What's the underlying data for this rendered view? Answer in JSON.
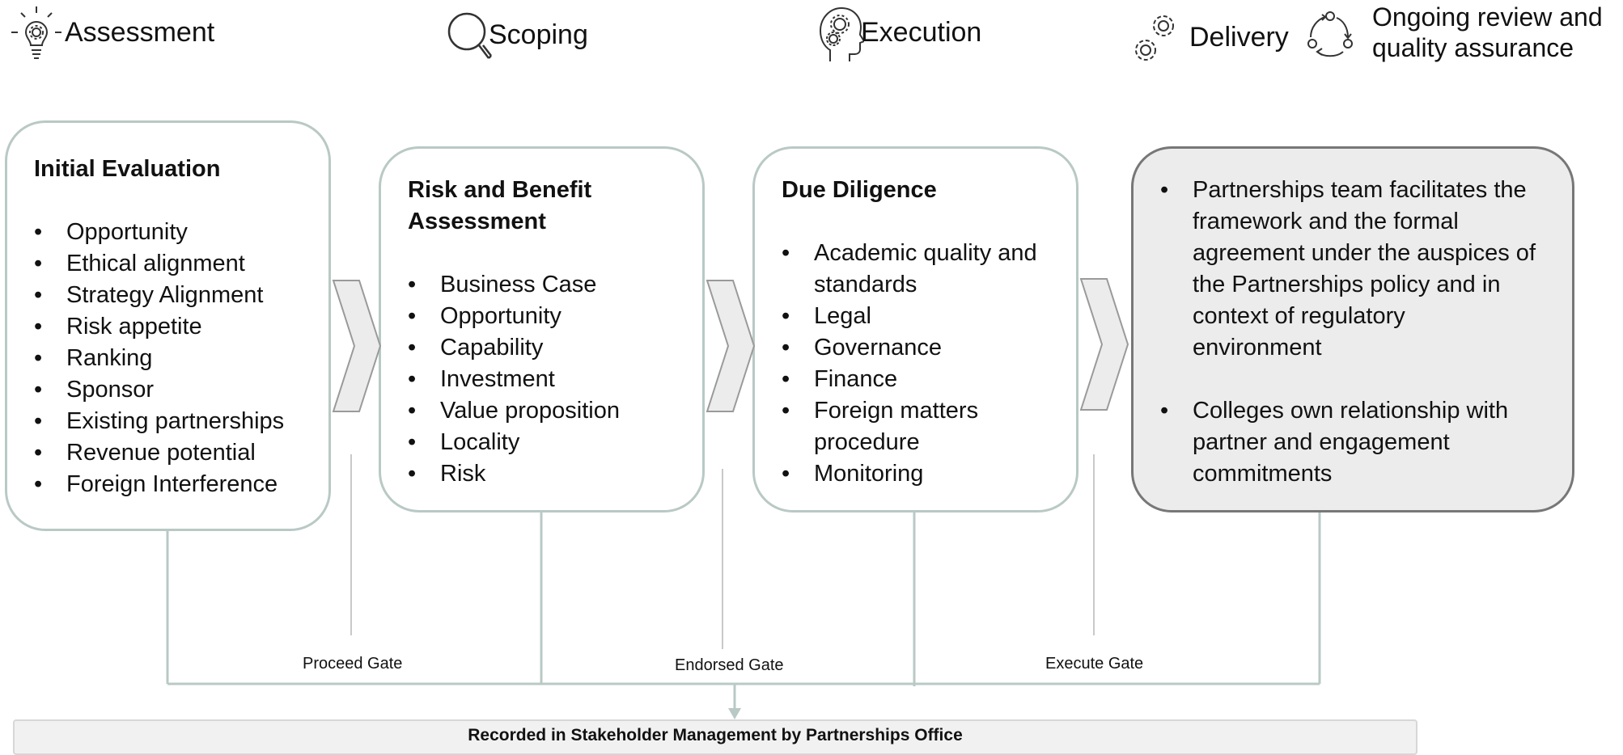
{
  "phases": [
    {
      "label": "Assessment",
      "icon": "lightbulb-gear-icon"
    },
    {
      "label": "Scoping",
      "icon": "magnifier-icon"
    },
    {
      "label": "Execution",
      "icon": "head-gears-icon"
    },
    {
      "label": "Delivery",
      "icon": "gears-icon"
    },
    {
      "label": "Ongoing review and quality assurance",
      "icon": "cycle-arrows-icon"
    }
  ],
  "boxes": [
    {
      "title": "Initial Evaluation",
      "items": [
        "Opportunity",
        "Ethical alignment",
        "Strategy Alignment",
        "Risk appetite",
        "Ranking",
        "Sponsor",
        "Existing partnerships",
        "Revenue potential",
        "Foreign Interference"
      ]
    },
    {
      "title": "Risk and Benefit Assessment",
      "items": [
        "Business Case",
        "Opportunity",
        "Capability",
        "Investment",
        "Value proposition",
        "Locality",
        "Risk"
      ]
    },
    {
      "title": "Due Diligence",
      "items": [
        "Academic quality and standards",
        "Legal",
        "Governance",
        "Finance",
        "Foreign matters procedure",
        "Monitoring"
      ]
    },
    {
      "title": "",
      "items": [
        "Partnerships team facilitates the framework and the formal agreement under the auspices of the Partnerships policy and in context of regulatory environment",
        "Colleges own relationship with partner and engagement commitments"
      ]
    }
  ],
  "gates": [
    "Proceed Gate",
    "Endorsed Gate",
    "Execute Gate"
  ],
  "footer": "Recorded in Stakeholder Management by Partnerships Office",
  "colors": {
    "box_border": "#b9c9c5",
    "grey_box_fill": "#ececec",
    "connector": "#b9c9c5",
    "chevron_fill": "#ececec"
  }
}
